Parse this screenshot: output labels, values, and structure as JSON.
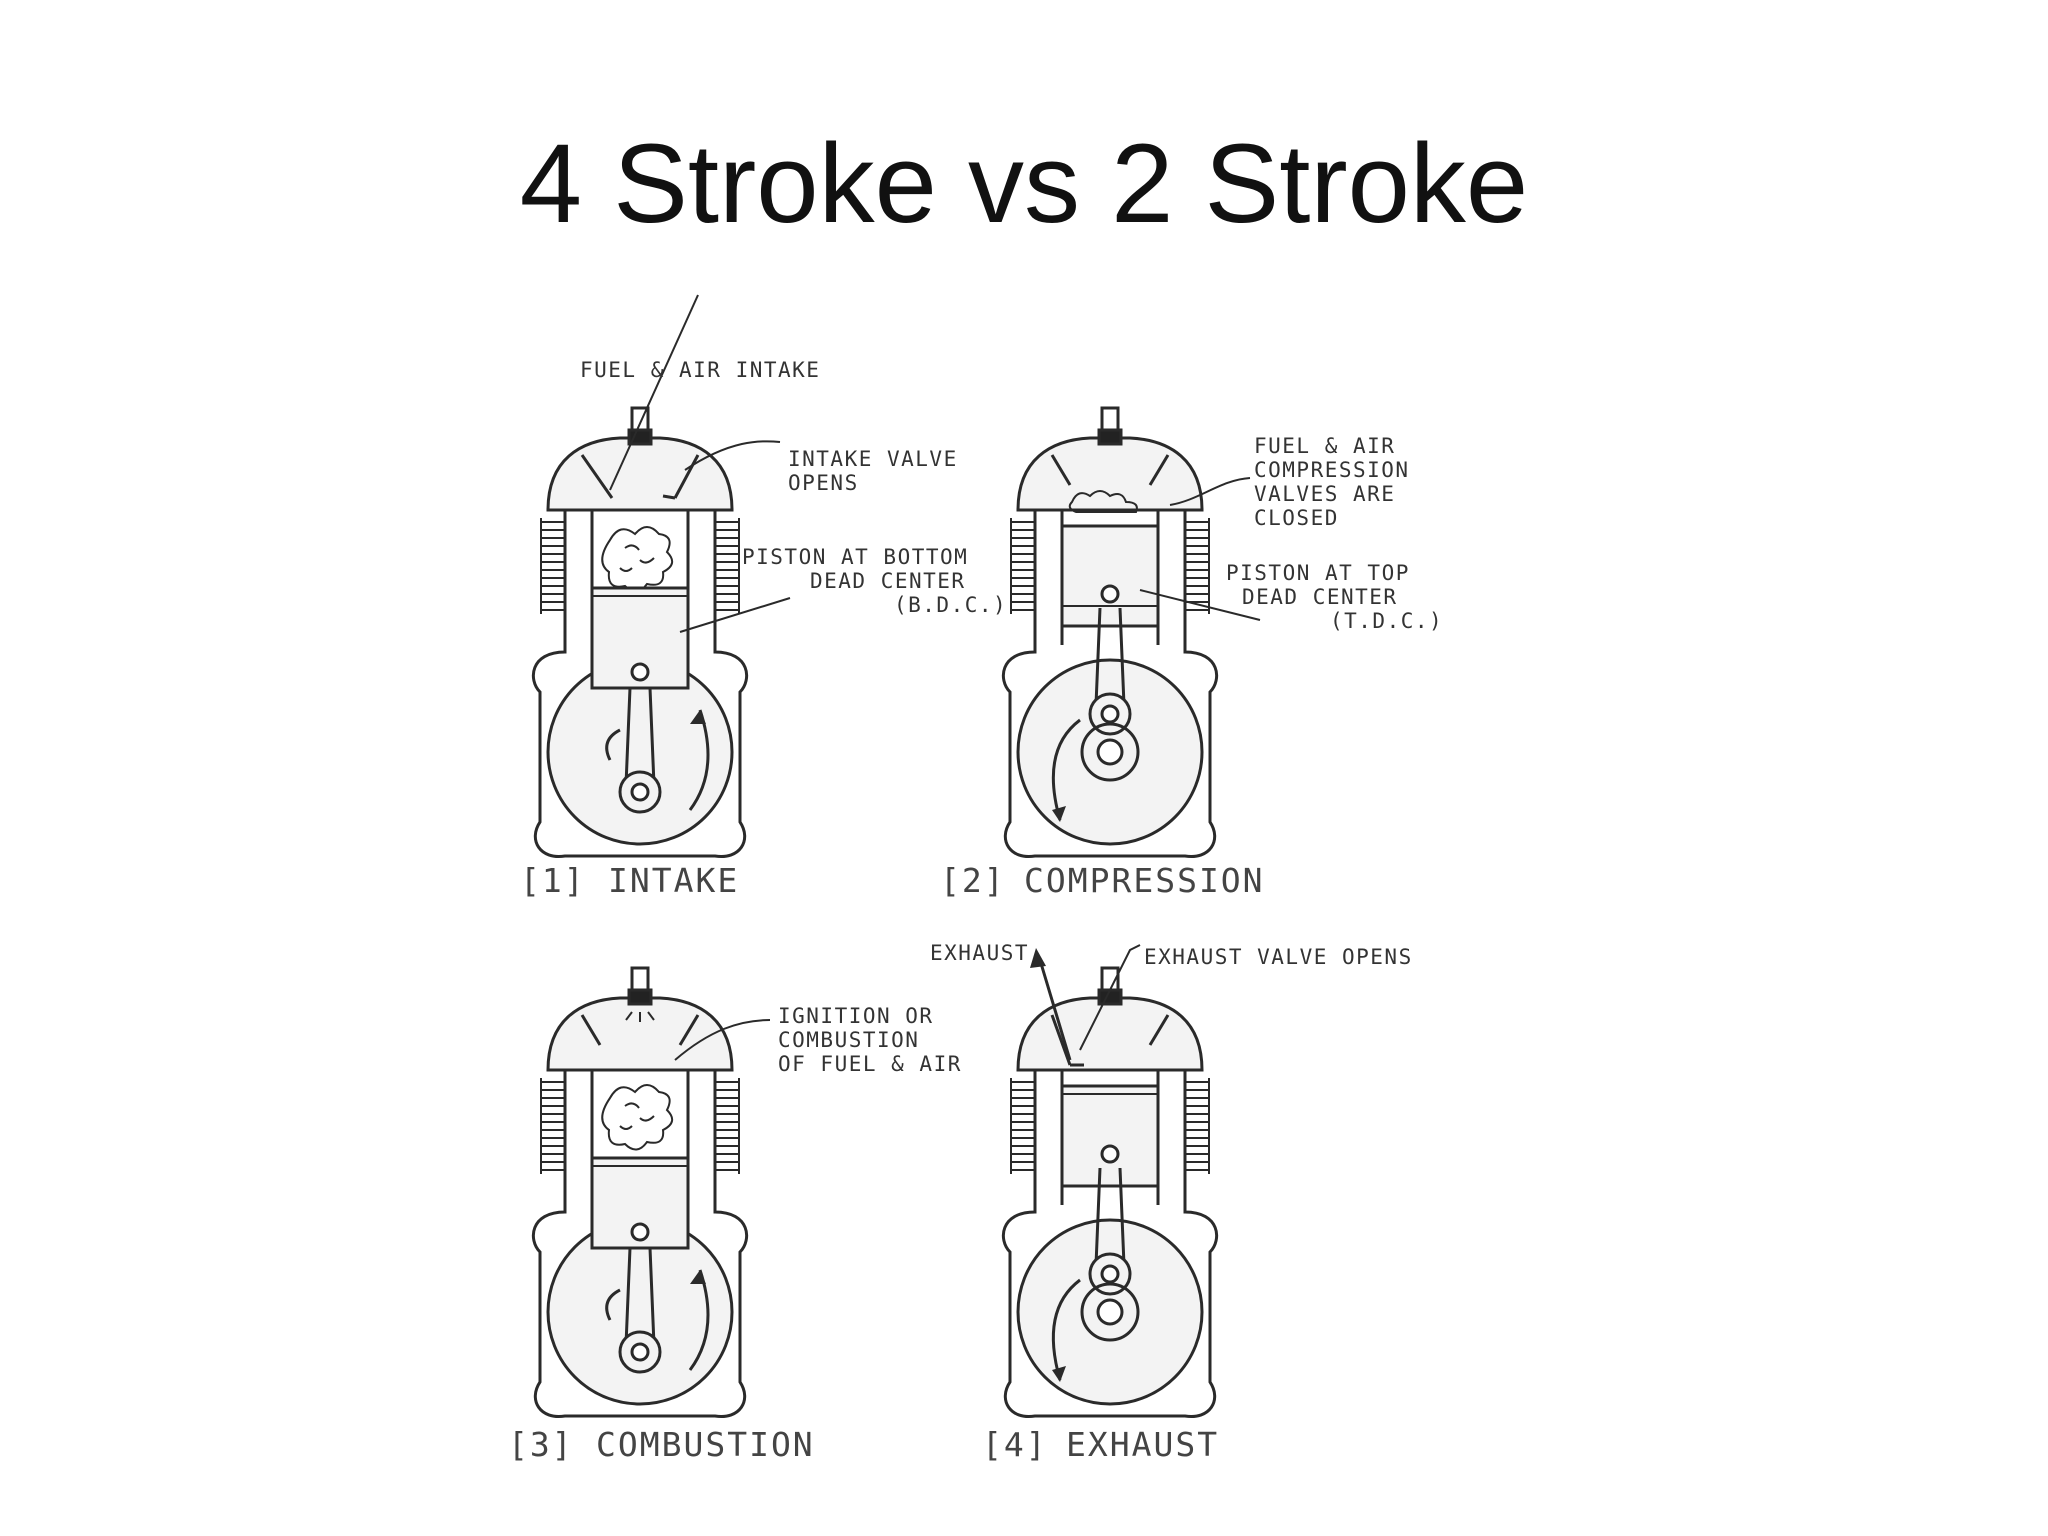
{
  "title": "4 Stroke vs 2 Stroke",
  "panels": [
    {
      "caption_number": "[1]",
      "caption_name": "INTAKE",
      "labels": {
        "top": "FUEL & AIR INTAKE",
        "valve": [
          "INTAKE VALVE",
          "OPENS"
        ],
        "piston": [
          "PISTON AT BOTTOM",
          "DEAD CENTER",
          "(B.D.C.)"
        ]
      }
    },
    {
      "caption_number": "[2]",
      "caption_name": "COMPRESSION",
      "labels": {
        "valve": [
          "FUEL & AIR",
          "COMPRESSION",
          "VALVES ARE",
          "CLOSED"
        ],
        "piston": [
          "PISTON AT TOP",
          "DEAD CENTER",
          "(T.D.C.)"
        ]
      }
    },
    {
      "caption_number": "[3]",
      "caption_name": "COMBUSTION",
      "labels": {
        "ignition": [
          "IGNITION OR",
          "COMBUSTION",
          "OF FUEL & AIR"
        ]
      }
    },
    {
      "caption_number": "[4]",
      "caption_name": "EXHAUST",
      "labels": {
        "exhaust": "EXHAUST",
        "valve": "EXHAUST VALVE OPENS"
      }
    }
  ]
}
